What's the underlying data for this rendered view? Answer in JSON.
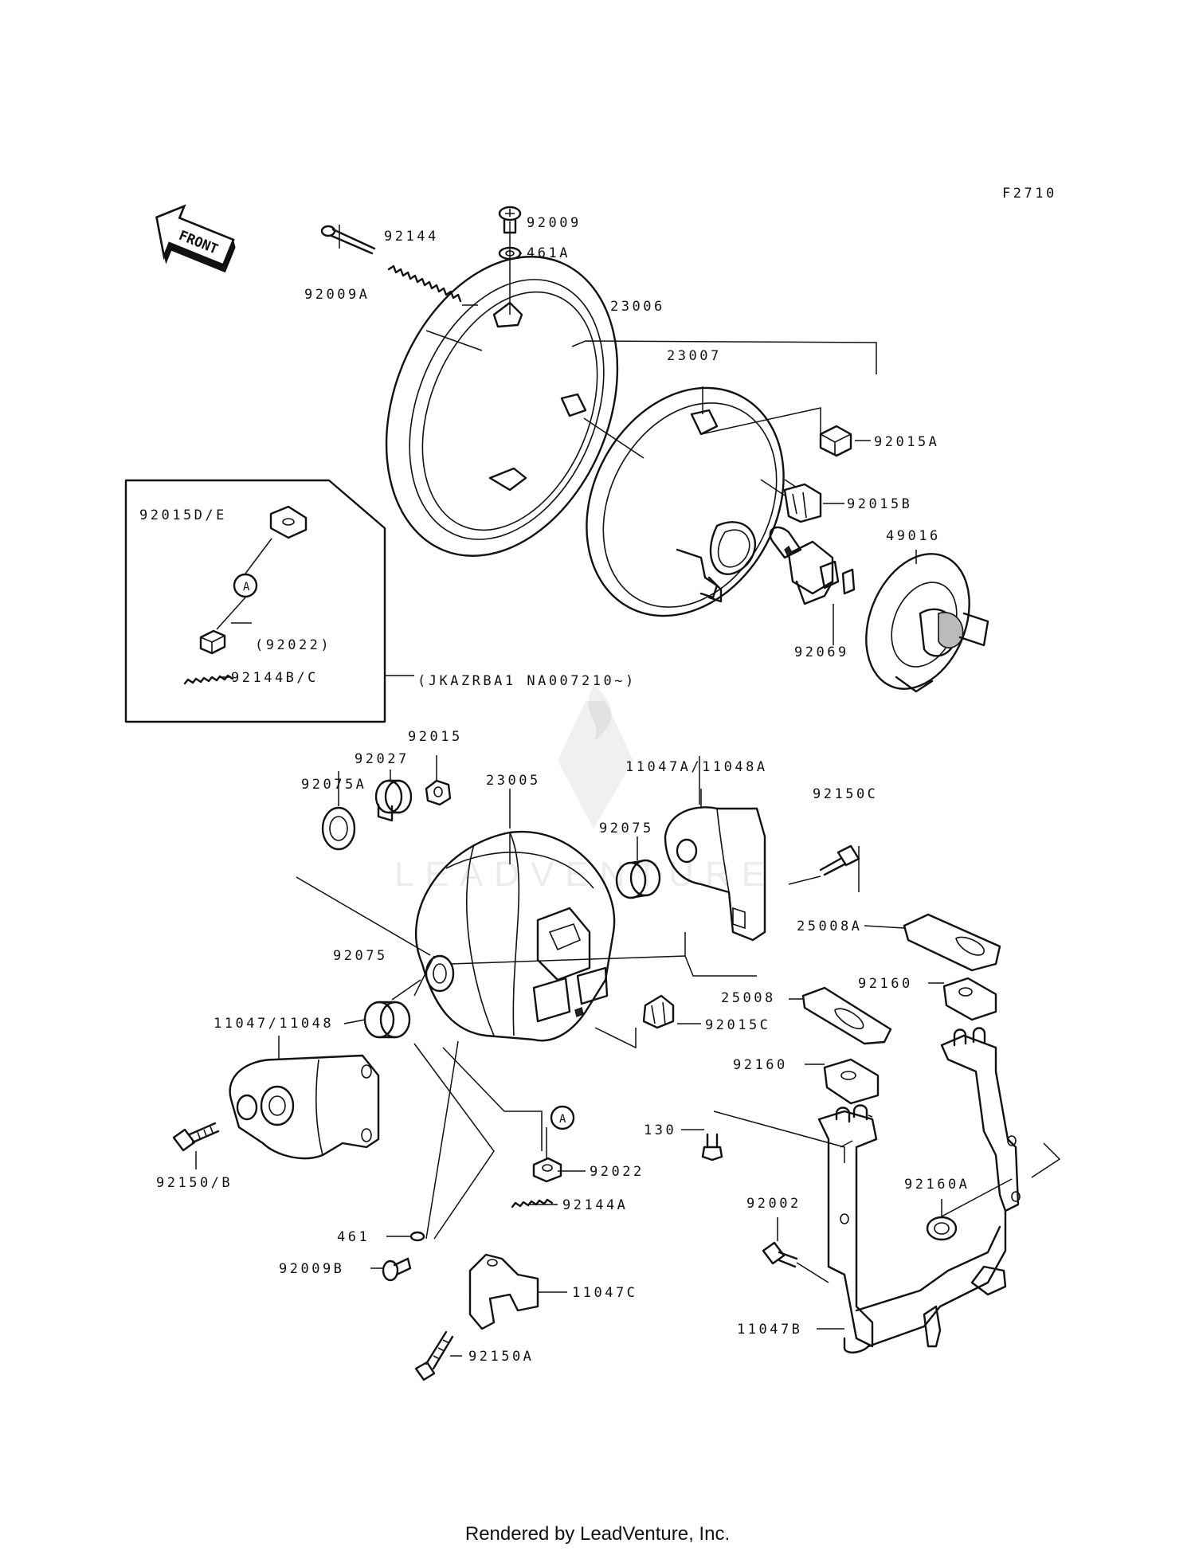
{
  "diagram": {
    "code": "F2710",
    "front_label": "FRONT",
    "labels": {
      "p92009": "92009",
      "p461A": "461A",
      "p92144": "92144",
      "p92009A": "92009A",
      "p23006": "23006",
      "p23007": "23007",
      "p92015A": "92015A",
      "p92015B": "92015B",
      "p49016": "49016",
      "p92069": "92069",
      "p92015DE": "92015D/E",
      "p92022paren": "(92022)",
      "p92144BC": "92144B/C",
      "serial": "(JKAZRBA1 NA007210~)",
      "p92015": "92015",
      "p92027": "92027",
      "p92075A": "92075A",
      "p23005": "23005",
      "p11047A": "11047A/11048A",
      "p92075a": "92075",
      "p92150C": "92150C",
      "p25008A": "25008A",
      "p92075b": "92075",
      "p25008": "25008",
      "p92160a": "92160",
      "p11047": "11047/11048",
      "p92015C": "92015C",
      "p92160b": "92160",
      "p130": "130",
      "p92022": "92022",
      "p92150B": "92150/B",
      "p92144A": "92144A",
      "p92002": "92002",
      "p92160A": "92160A",
      "p461": "461",
      "p92009B": "92009B",
      "p11047C": "11047C",
      "p11047B": "11047B",
      "p92150A": "92150A",
      "circleA1": "A",
      "circleA2": "A"
    }
  },
  "watermark": {
    "text": "LEADVENTURE"
  },
  "footer": {
    "text": "Rendered by LeadVenture, Inc."
  }
}
